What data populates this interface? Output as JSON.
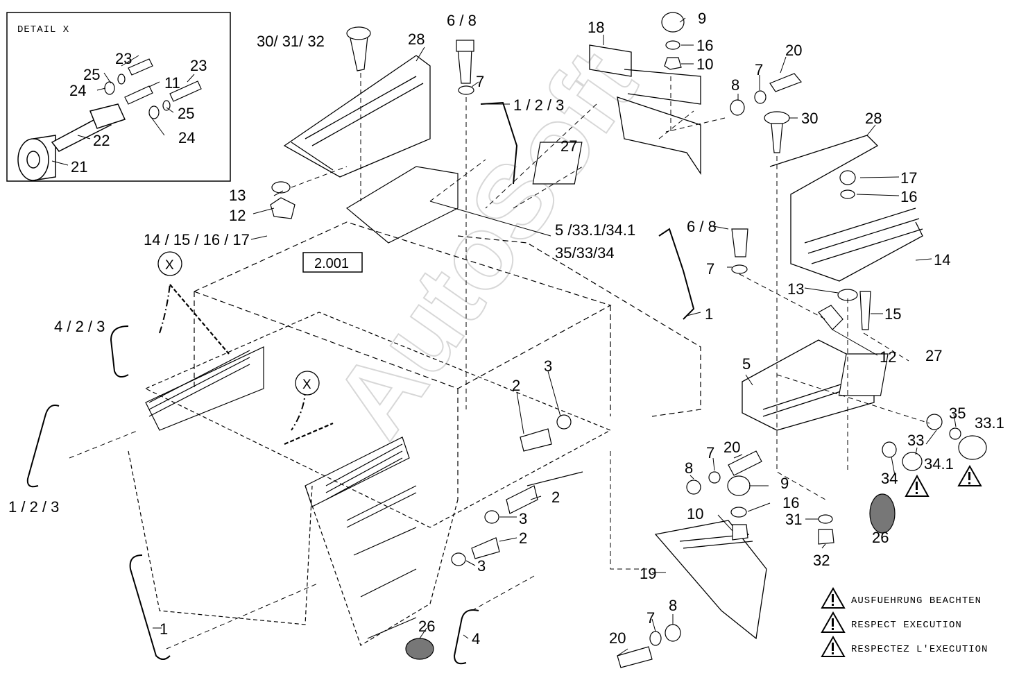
{
  "detail_title": "DETAIL X",
  "reference_box": "2.001",
  "detail_markers": [
    "X",
    "X"
  ],
  "watermark": "AutoSoft",
  "labels": [
    {
      "id": "l01",
      "text": "23"
    },
    {
      "id": "l02",
      "text": "25"
    },
    {
      "id": "l03",
      "text": "24"
    },
    {
      "id": "l04",
      "text": "11"
    },
    {
      "id": "l05",
      "text": "23"
    },
    {
      "id": "l06",
      "text": "25"
    },
    {
      "id": "l07",
      "text": "24"
    },
    {
      "id": "l08",
      "text": "22"
    },
    {
      "id": "l09",
      "text": "21"
    },
    {
      "id": "l10",
      "text": "30/ 31/ 32"
    },
    {
      "id": "l11",
      "text": "28"
    },
    {
      "id": "l12",
      "text": "6 / 8"
    },
    {
      "id": "l13",
      "text": "7"
    },
    {
      "id": "l14",
      "text": "1 / 2 / 3"
    },
    {
      "id": "l15",
      "text": "18"
    },
    {
      "id": "l16",
      "text": "9"
    },
    {
      "id": "l17",
      "text": "16"
    },
    {
      "id": "l18",
      "text": "10"
    },
    {
      "id": "l19",
      "text": "8"
    },
    {
      "id": "l20",
      "text": "7"
    },
    {
      "id": "l21",
      "text": "20"
    },
    {
      "id": "l22",
      "text": "30"
    },
    {
      "id": "l23",
      "text": "28"
    },
    {
      "id": "l24",
      "text": "27"
    },
    {
      "id": "l25",
      "text": "13"
    },
    {
      "id": "l26",
      "text": "12"
    },
    {
      "id": "l27",
      "text": "14 / 15 / 16 / 17"
    },
    {
      "id": "l28",
      "text": "5 /33.1/34.1"
    },
    {
      "id": "l29",
      "text": "35/33/34"
    },
    {
      "id": "l30",
      "text": "6 / 8"
    },
    {
      "id": "l31",
      "text": "7"
    },
    {
      "id": "l32",
      "text": "17"
    },
    {
      "id": "l33",
      "text": "16"
    },
    {
      "id": "l34",
      "text": "14"
    },
    {
      "id": "l35",
      "text": "13"
    },
    {
      "id": "l36",
      "text": "15"
    },
    {
      "id": "l37",
      "text": "1"
    },
    {
      "id": "l38",
      "text": "12"
    },
    {
      "id": "l39",
      "text": "4 / 2 / 3"
    },
    {
      "id": "l40",
      "text": "27"
    },
    {
      "id": "l41",
      "text": "5"
    },
    {
      "id": "l42",
      "text": "2"
    },
    {
      "id": "l43",
      "text": "3"
    },
    {
      "id": "l44",
      "text": "35"
    },
    {
      "id": "l45",
      "text": "33"
    },
    {
      "id": "l46",
      "text": "33.1"
    },
    {
      "id": "l47",
      "text": "34"
    },
    {
      "id": "l48",
      "text": "34.1"
    },
    {
      "id": "l49",
      "text": "8"
    },
    {
      "id": "l50",
      "text": "7"
    },
    {
      "id": "l51",
      "text": "20"
    },
    {
      "id": "l52",
      "text": "9"
    },
    {
      "id": "l53",
      "text": "2"
    },
    {
      "id": "l54",
      "text": "16"
    },
    {
      "id": "l55",
      "text": "10"
    },
    {
      "id": "l56",
      "text": "31"
    },
    {
      "id": "l57",
      "text": "3"
    },
    {
      "id": "l58",
      "text": "26"
    },
    {
      "id": "l59",
      "text": "2"
    },
    {
      "id": "l60",
      "text": "32"
    },
    {
      "id": "l61",
      "text": "1 / 2 / 3"
    },
    {
      "id": "l62",
      "text": "3"
    },
    {
      "id": "l63",
      "text": "19"
    },
    {
      "id": "l64",
      "text": "1"
    },
    {
      "id": "l65",
      "text": "26"
    },
    {
      "id": "l66",
      "text": "4"
    },
    {
      "id": "l67",
      "text": "7"
    },
    {
      "id": "l68",
      "text": "8"
    },
    {
      "id": "l69",
      "text": "20"
    }
  ],
  "notes": [
    "AUSFUEHRUNG BEACHTEN",
    "RESPECT EXECUTION",
    "RESPECTEZ L'EXECUTION"
  ]
}
